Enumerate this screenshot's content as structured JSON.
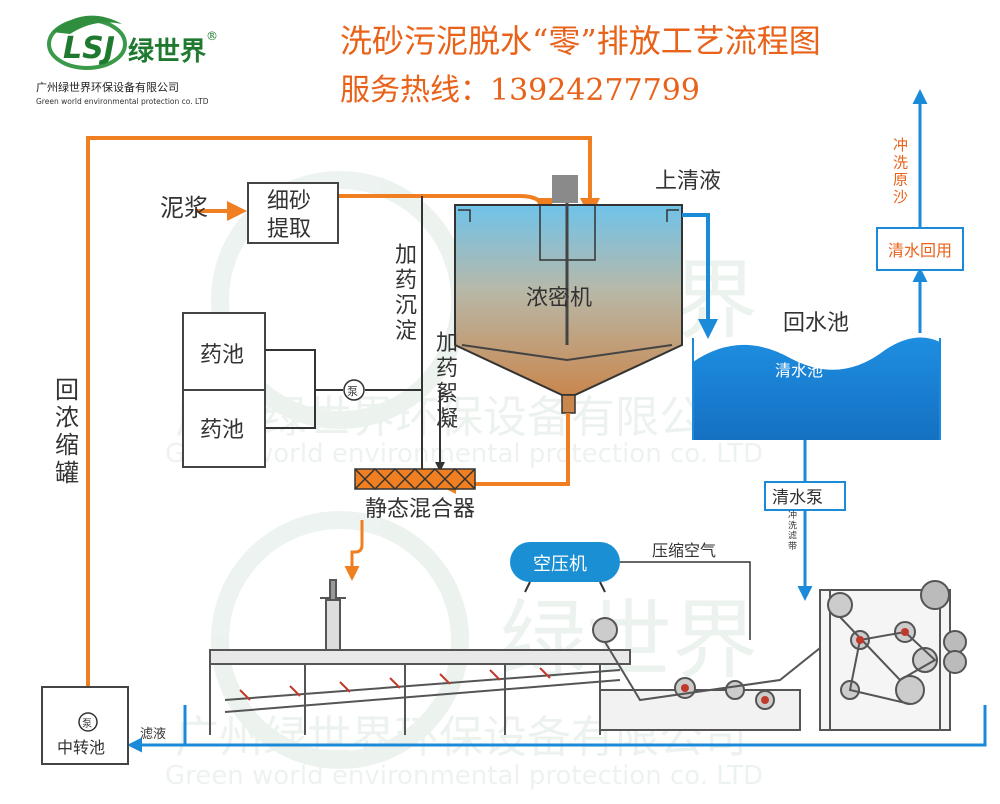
{
  "logo": {
    "brand": "绿世界",
    "mark": "LSJ",
    "registered": "®",
    "company_cn": "广州绿世界环保设备有限公司",
    "company_en": "Green world environmental protection co. LTD"
  },
  "title": "洗砂污泥脱水“零”排放工艺流程图",
  "hotline": "服务热线：13924277799",
  "watermark": {
    "brand": "绿世界",
    "company_cn": "广州绿世界环保设备有限公司",
    "company_en": "Green world environmental protection co. LTD"
  },
  "labels": {
    "mud": "泥浆",
    "fine_sand_1": "细砂",
    "fine_sand_2": "提取",
    "supernatant": "上清液",
    "thickener": "浓密机",
    "dosing_settle": "加药沉淀",
    "dosing_floc": "加药絮凝",
    "tank1": "药池",
    "tank2": "药池",
    "pump": "泵",
    "return_pool": "回水池",
    "clear_pool": "清水池",
    "clear_pump": "清水泵",
    "flush_belt": "冲洗滤带",
    "static_mixer": "静态混合器",
    "air_compressor": "空压机",
    "compressed_air": "压缩空气",
    "return_tank": "回浓缩罐",
    "transfer_pool": "中转池",
    "filtrate": "滤液",
    "clear_reuse": "清水回用",
    "flush_sand": "冲洗原沙"
  },
  "colors": {
    "orange": "#f07f22",
    "blue": "#1b8ad8",
    "title_orange": "#e8621a",
    "water_blue": "#1d7fd6",
    "thickener_top": "#6fc3ea",
    "thickener_bottom": "#c9874e",
    "compressor": "#1a8fd4"
  }
}
